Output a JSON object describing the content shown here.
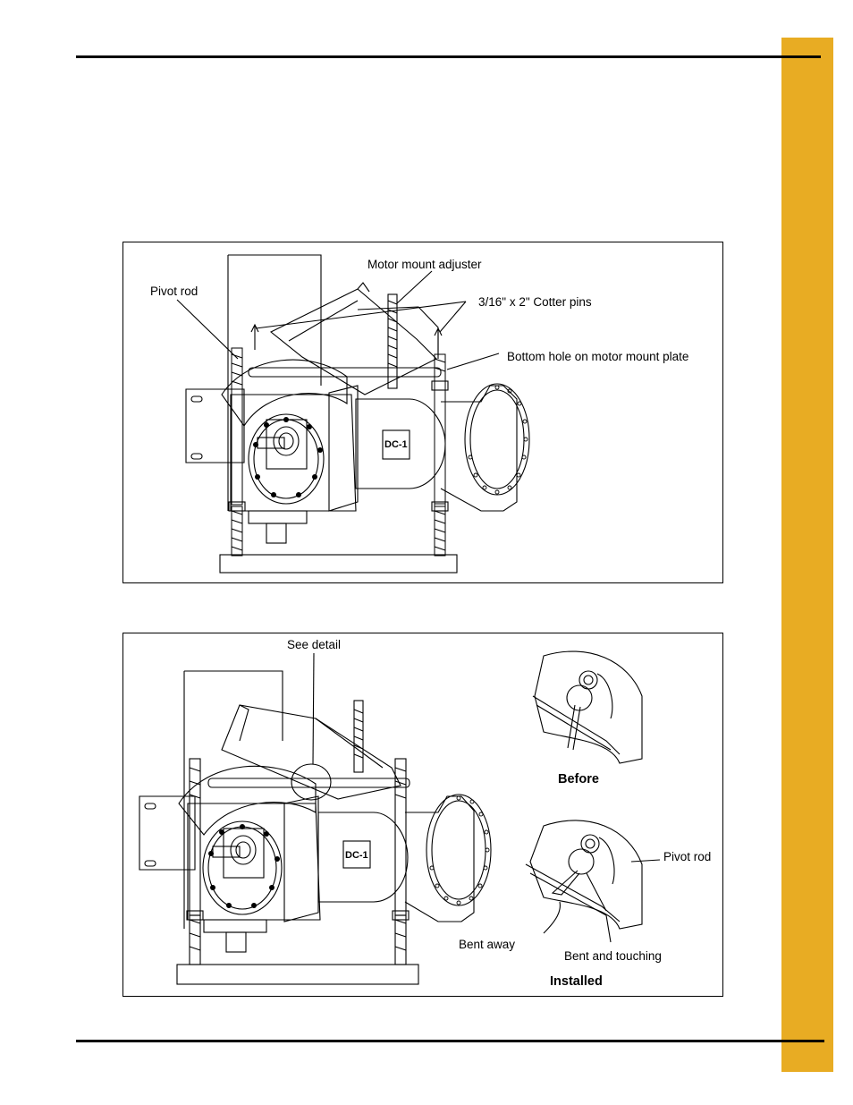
{
  "colors": {
    "tab": "#E8AC23",
    "rule": "#000000",
    "drawing": "#000000"
  },
  "figure1": {
    "labels": {
      "pivot_rod": "Pivot rod",
      "motor_mount_adjuster": "Motor mount adjuster",
      "cotter_pins": "3/16\" x 2\" Cotter pins",
      "bottom_hole": "Bottom hole on motor mount plate",
      "motor_badge": "DC-1"
    }
  },
  "figure2": {
    "labels": {
      "see_detail": "See detail",
      "before": "Before",
      "pivot_rod": "Pivot rod",
      "bent_away": "Bent away",
      "bent_touching": "Bent and touching",
      "installed": "Installed",
      "motor_badge": "DC-1"
    }
  }
}
